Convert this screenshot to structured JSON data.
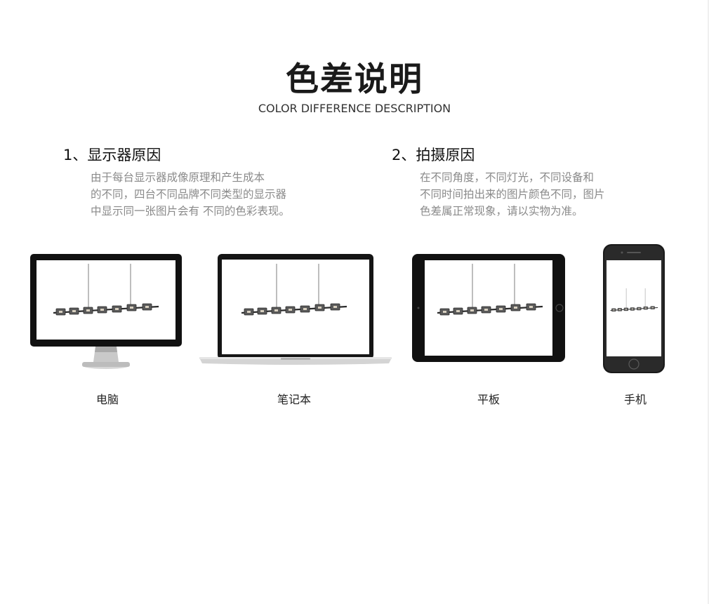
{
  "header": {
    "title": "色差说明",
    "subtitle": "COLOR DIFFERENCE DESCRIPTION"
  },
  "sections": [
    {
      "heading": "1、显示器原因",
      "lines": [
        "由于每台显示器成像原理和产生成本",
        "的不同，四台不同品牌不同类型的显示器",
        "中显示同一张图片会有 不同的色彩表现。"
      ]
    },
    {
      "heading": "2、拍摄原因",
      "lines": [
        "在不同角度，不同灯光，不同设备和",
        "不同时间拍出来的图片颜色不同，图片",
        "色差属正常现象，请以实物为准。"
      ]
    }
  ],
  "devices": [
    {
      "label": "电脑",
      "icon": "desktop-monitor-icon"
    },
    {
      "label": "笔记本",
      "icon": "laptop-icon"
    },
    {
      "label": "平板",
      "icon": "tablet-icon"
    },
    {
      "label": "手机",
      "icon": "phone-icon"
    }
  ]
}
